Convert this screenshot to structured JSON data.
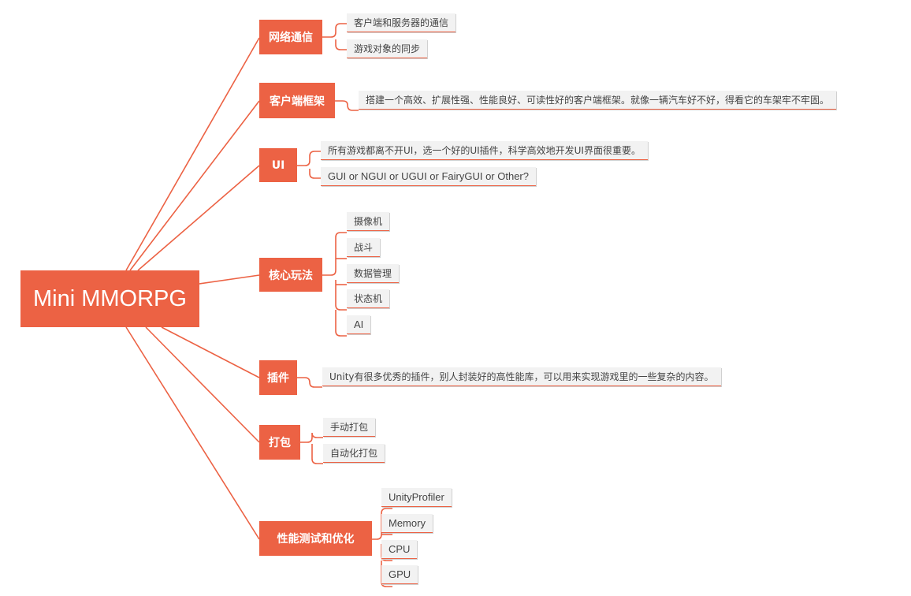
{
  "root": {
    "label": "Mini MMORPG"
  },
  "branches": [
    {
      "label": "网络通信",
      "items": [
        "客户端和服务器的通信",
        "游戏对象的同步"
      ]
    },
    {
      "label": "客户端框架",
      "items": [
        "搭建一个高效、扩展性强、性能良好、可读性好的客户端框架。就像一辆汽车好不好，得看它的车架牢不牢固。"
      ]
    },
    {
      "label": "UI",
      "items": [
        "所有游戏都离不开UI，选一个好的UI插件，科学高效地开发UI界面很重要。",
        "GUI or NGUI or UGUI or FairyGUI or Other?"
      ]
    },
    {
      "label": "核心玩法",
      "items": [
        "摄像机",
        "战斗",
        "数据管理",
        "状态机",
        "AI"
      ]
    },
    {
      "label": "插件",
      "items": [
        "Unity有很多优秀的插件，别人封装好的高性能库，可以用来实现游戏里的一些复杂的内容。"
      ]
    },
    {
      "label": "打包",
      "items": [
        "手动打包",
        "自动化打包"
      ]
    },
    {
      "label": "性能测试和优化",
      "items": [
        "UnityProfiler",
        "Memory",
        "CPU",
        "GPU"
      ]
    }
  ],
  "colors": {
    "accent": "#ec6244",
    "leaf_bg": "#f2f2f2",
    "text": "#444444"
  }
}
